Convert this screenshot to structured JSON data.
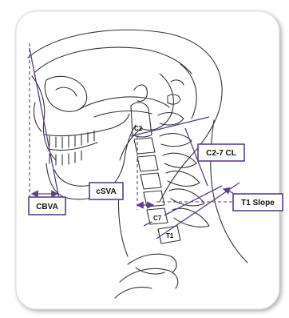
{
  "labels": {
    "cbva": "CBVA",
    "csva": "cSVA",
    "c2_7_cl": "C2-7 CL",
    "t1_slope": "T1 Slope",
    "c2": "C2",
    "c7": "C7",
    "t1": "T1"
  },
  "colors": {
    "accent": "#5b3f86",
    "line_art": "#333333",
    "background": "#ffffff"
  }
}
